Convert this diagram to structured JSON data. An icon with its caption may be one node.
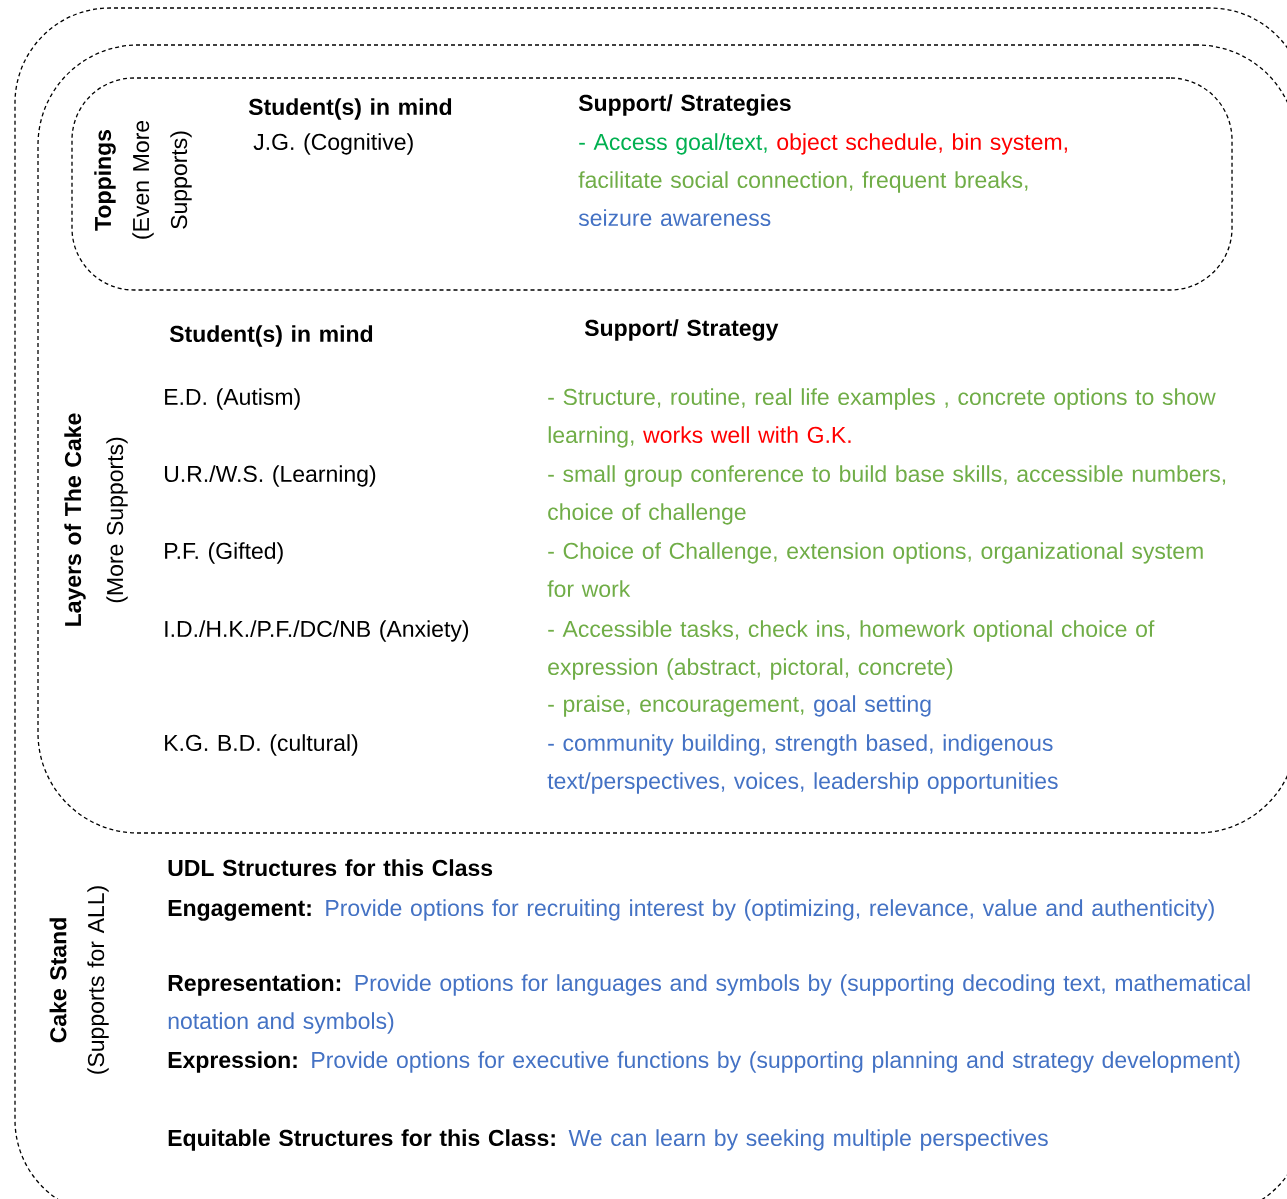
{
  "diagram": {
    "nodes": [
      {
        "text": [
          "Cake Stand",
          "(Supports for ALL)",
          "UDL Structures for this Class",
          "Engagement:",
          "Provide options for recruiting interest by (optimizing, relevance, value and authenticity)",
          "Representation:",
          "Provide options for languages and symbols by (supporting decoding text, mathematical notation and symbols)",
          "Expression:",
          "Provide options for executive functions by (supporting planning and strategy development)",
          "Equitable Structures for this Class:",
          "We can learn by seeking multiple perspectives"
        ]
      },
      {
        "text": [
          "Layers of The Cake",
          "(More Supports)",
          "Student(s) in mind",
          "Support/ Strategy",
          "E.D. (Autism)",
          "- Structure, routine, real life examples , concrete options to show learning,",
          "works well with G.K.",
          "U.R./W.S. (Learning)",
          "- small group conference to build base skills, accessible numbers, choice of challenge",
          "P.F. (Gifted)",
          "- Choice of Challenge, extension options, organizational system for work",
          "I.D./H.K./P.F./DC/NB (Anxiety)",
          "- Accessible tasks, check ins, homework optional choice of expression (abstract, pictoral, concrete)",
          "- praise, encouragement,",
          "goal setting",
          "K.G. B.D. (cultural)",
          "- community building, strength based, indigenous text/perspectives, voices, leadership opportunities"
        ],
        "in": 0
      },
      {
        "text": [
          "Toppings",
          "(Even More Supports)",
          "Student(s) in mind",
          "J.G. (Cognitive)",
          "Support/ Strategies",
          "- Access goal/text,",
          "object schedule, bin system,",
          "facilitate social connection, frequent breaks,",
          "seizure awareness"
        ],
        "in": 1
      }
    ]
  }
}
